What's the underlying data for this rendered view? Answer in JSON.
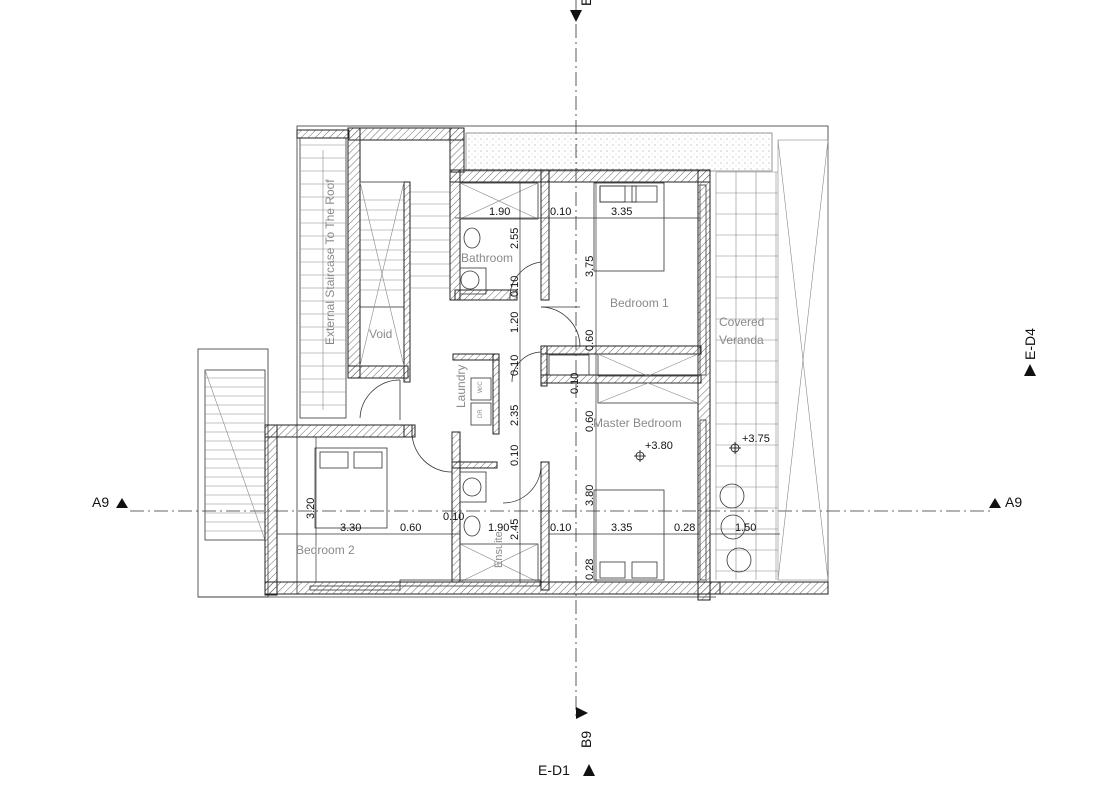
{
  "rooms": {
    "staircase": "External Staircase  To The Roof",
    "void": "Void",
    "bathroom": "Bathroom",
    "laundry": "Laundry",
    "bedroom1": "Bedroom 1",
    "covered_veranda_1": "Covered",
    "covered_veranda_2": "Veranda",
    "master_bedroom": "Master Bedroom",
    "bedroom2": "Bedroom 2",
    "ensuite": "Ensuite",
    "wc": "W/C",
    "dr": "DR"
  },
  "levels": {
    "master": "+3.80",
    "veranda": "+3.75"
  },
  "dimensions": {
    "bath_w": "1.90",
    "wall1": "0.10",
    "bed1_w": "3.35",
    "bath_h": "2.55",
    "bed1_h": "3.75",
    "door_a": "0.10",
    "corr": "1.20",
    "gap_a": "0.60",
    "door_b": "0.10",
    "gap_b": "0.10",
    "laundry_h": "2.35",
    "gap_c": "0.60",
    "door_c": "0.10",
    "master_h": "3.80",
    "bed2_h": "3.20",
    "bed2_w": "3.30",
    "gap_d": "0.60",
    "wall_d": "0.10",
    "ens_w": "1.90",
    "ens_h": "2.45",
    "wall_e": "0.10",
    "master_w": "3.35",
    "wall_f": "0.28",
    "veranda_w": "1.50",
    "wall_g": "0.28"
  },
  "section_marks": {
    "top": "E",
    "bottom": "B9",
    "left": "A9",
    "right": "A9",
    "right_elev": "E-D4",
    "bottom_elev": "E-D1"
  }
}
